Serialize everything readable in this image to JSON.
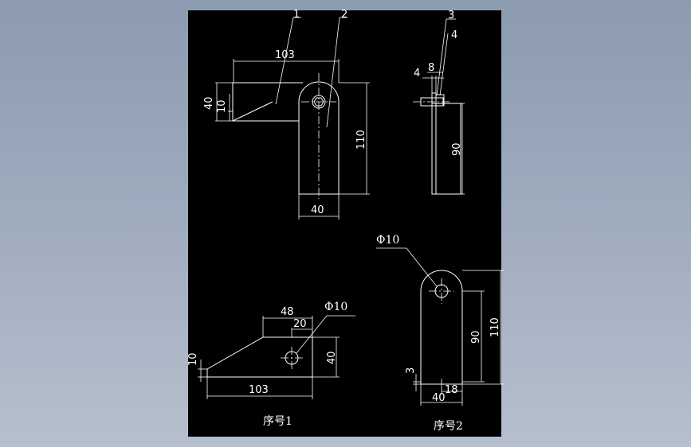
{
  "drawing": {
    "callouts": {
      "p1": "1",
      "p2": "2",
      "p3": "3",
      "p4": "4"
    },
    "assembly_front": {
      "dim_width": "103",
      "dim_height": "40",
      "dim_small": "10",
      "dim_length": "110",
      "dim_bottom": "40"
    },
    "assembly_side": {
      "dim_a": "4",
      "dim_b": "8",
      "dim_height": "90"
    },
    "part1": {
      "dim_top": "48",
      "dim_mid": "20",
      "hole": "Φ10",
      "dim_height": "40",
      "dim_left": "10",
      "dim_bottom": "103",
      "caption": "序号1"
    },
    "part2": {
      "hole": "Φ10",
      "dim_inner": "90",
      "dim_outer": "110",
      "dim_left": "3",
      "dim_width": "40",
      "dim_slot": "18",
      "caption": "序号2"
    }
  }
}
